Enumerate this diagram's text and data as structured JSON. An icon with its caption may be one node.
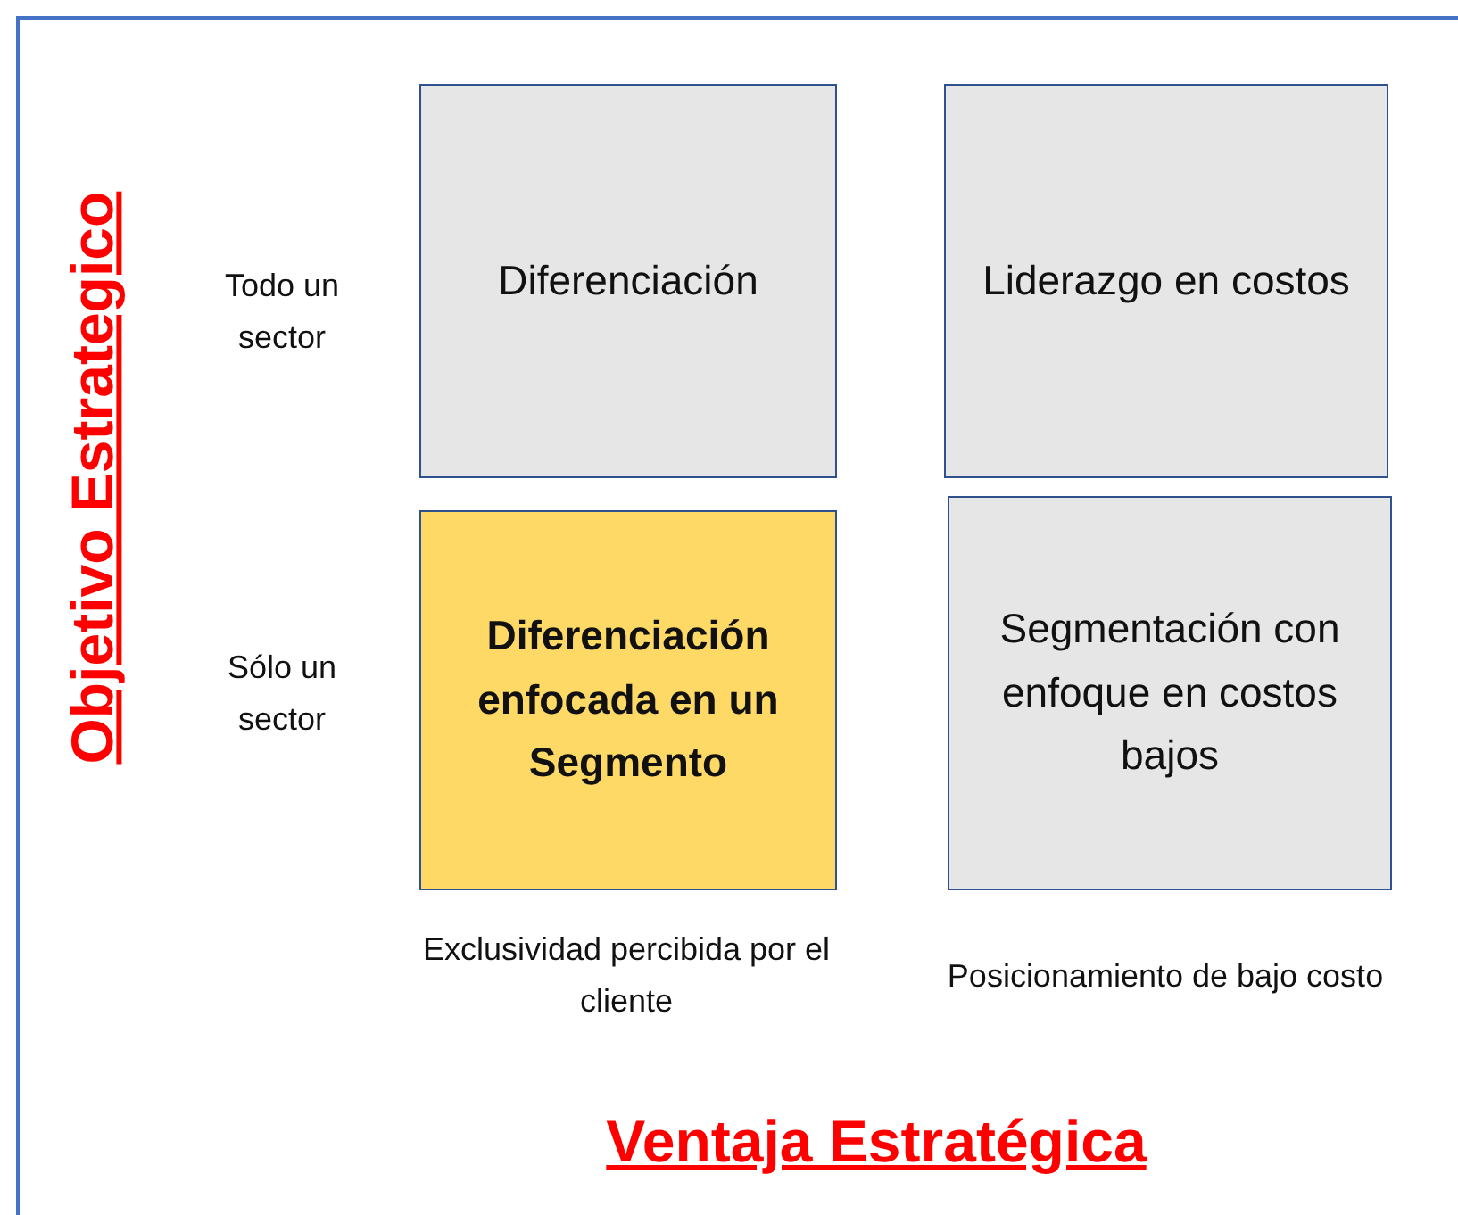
{
  "diagram": {
    "nodes": [
      {
        "text": [
          "Diferenciación"
        ]
      },
      {
        "text": [
          "Liderazgo en costos"
        ]
      },
      {
        "text": [
          "Diferenciación enfocada en un Segmento"
        ]
      },
      {
        "text": [
          "Segmentación con enfoque en costos bajos"
        ]
      }
    ],
    "edges": [],
    "labels": [
      "Objetivo Estrategico",
      "Todo un sector",
      "Sólo un sector",
      "Exclusividad percibida por el cliente",
      "Posicionamiento de bajo costo",
      "Ventaja Estratégica"
    ]
  }
}
